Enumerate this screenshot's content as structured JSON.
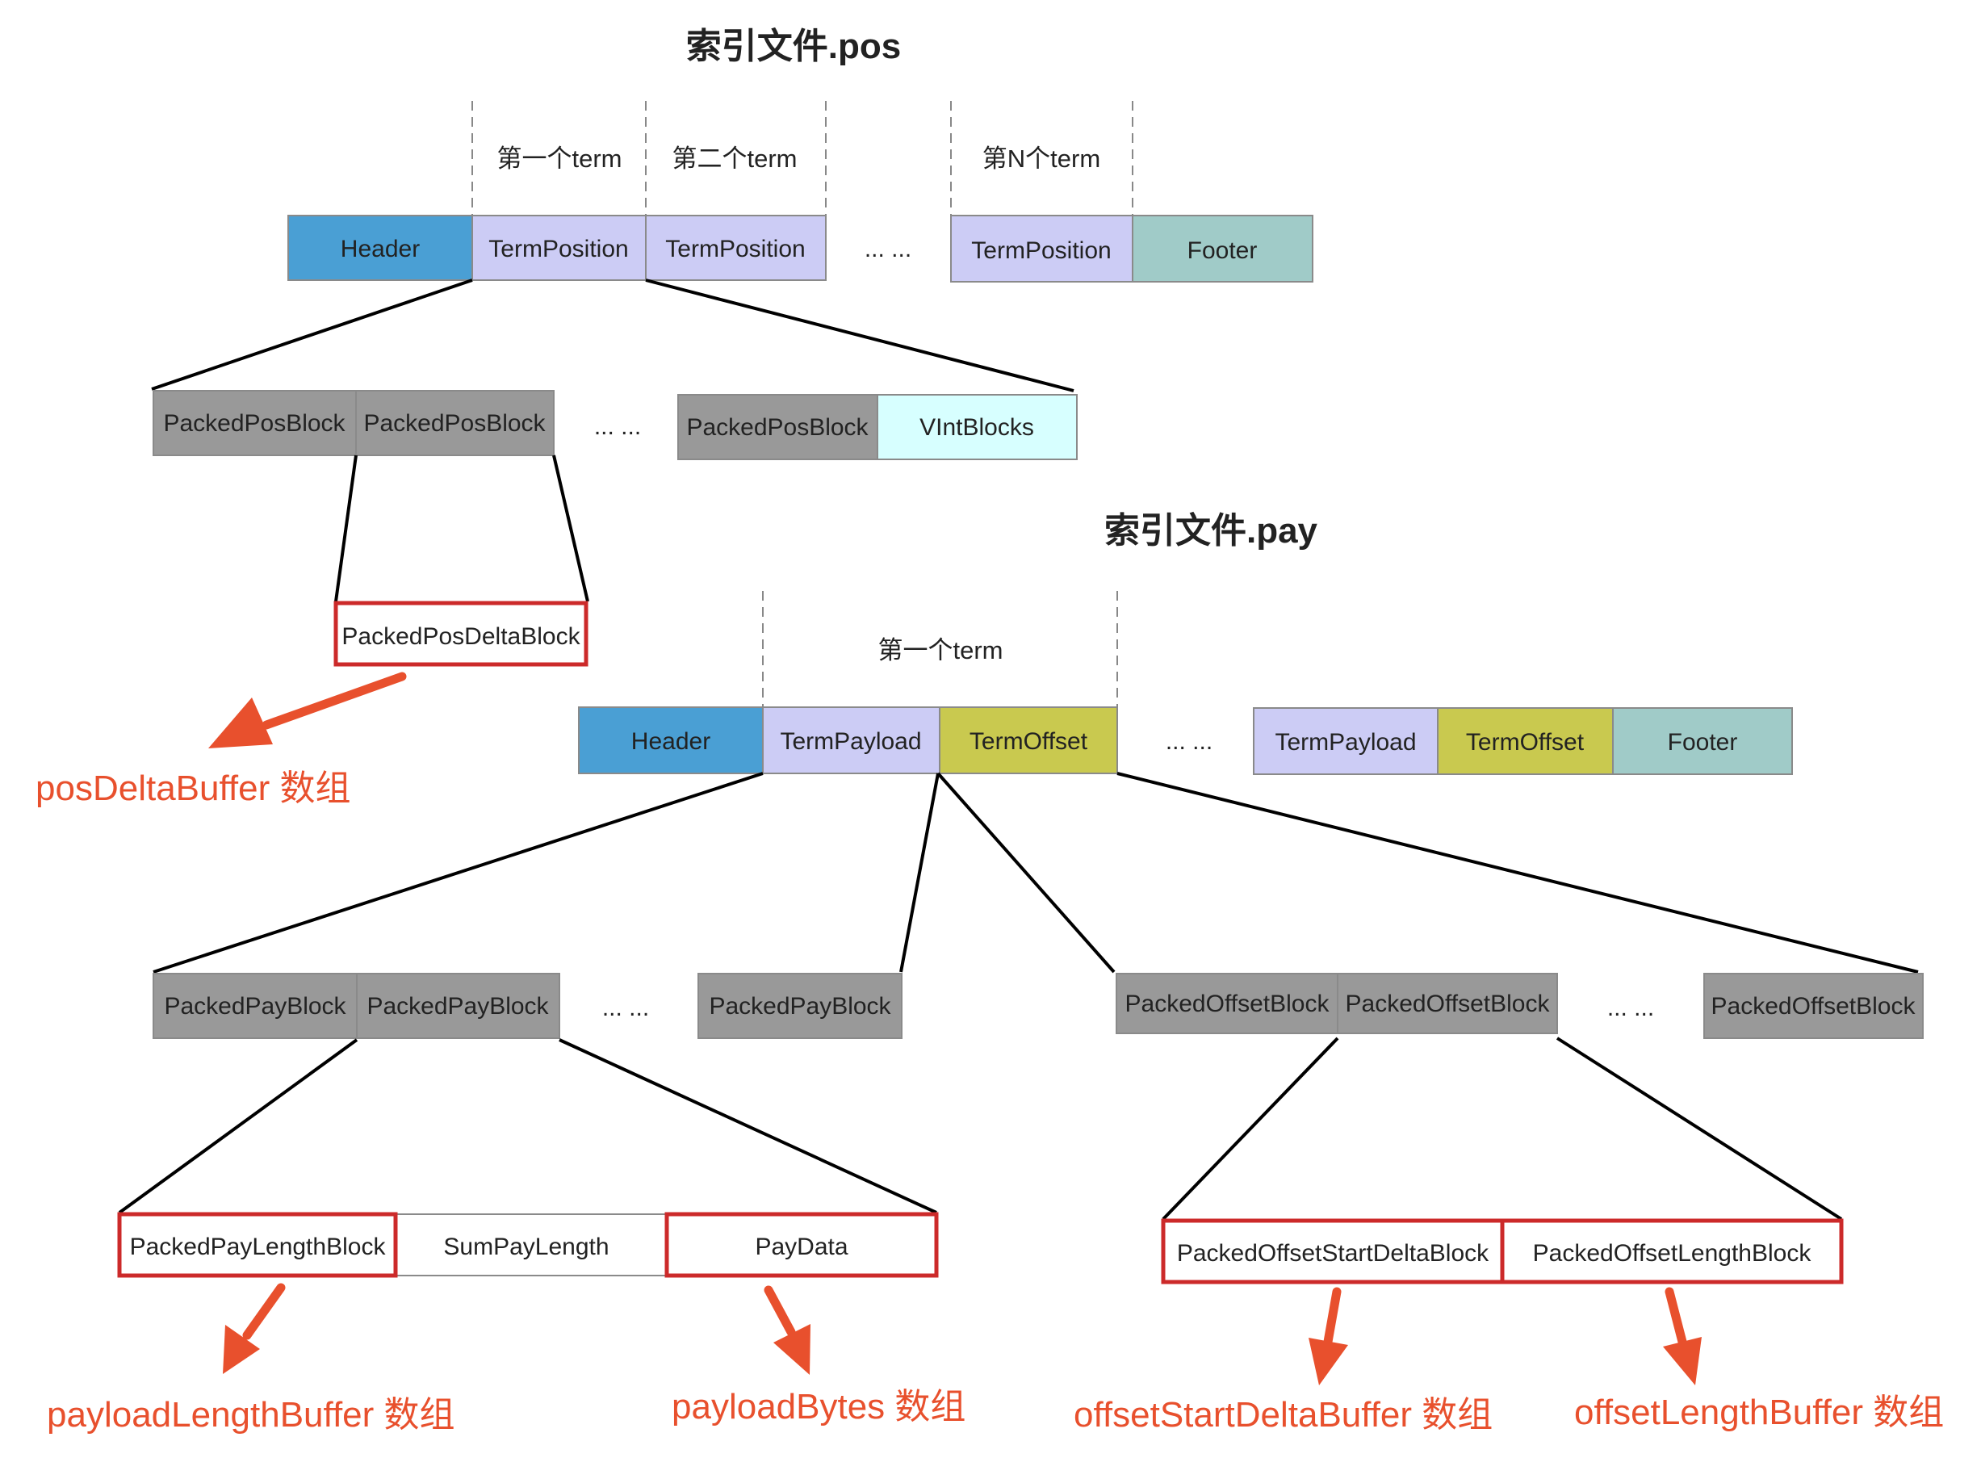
{
  "colors": {
    "header": "#4a9fd4",
    "term": "#ccccf5",
    "offset": "#c9c94f",
    "footer": "#a0cbc8",
    "packed": "#999999",
    "vint": "#d7ffff",
    "white": "#ffffff",
    "highlight": "#cc2a2a",
    "annotation": "#e8502d"
  },
  "pos": {
    "title": "索引文件.pos",
    "term_labels": [
      "第一个term",
      "第二个term",
      "第N个term"
    ],
    "row": [
      "Header",
      "TermPosition",
      "TermPosition",
      "TermPosition",
      "Footer"
    ],
    "row_ellipsis": "... ...",
    "blocks": [
      "PackedPosBlock",
      "PackedPosBlock",
      "PackedPosBlock",
      "VIntBlocks"
    ],
    "blocks_ellipsis": "... ...",
    "delta_block": "PackedPosDeltaBlock",
    "delta_note": "posDeltaBuffer 数组"
  },
  "pay": {
    "title": "索引文件.pay",
    "term_label": "第一个term",
    "row": [
      "Header",
      "TermPayload",
      "TermOffset",
      "TermPayload",
      "TermOffset",
      "Footer"
    ],
    "row_ellipsis": "... ...",
    "pay_blocks": [
      "PackedPayBlock",
      "PackedPayBlock",
      "PackedPayBlock"
    ],
    "pay_ellipsis": "... ...",
    "offset_blocks": [
      "PackedOffsetBlock",
      "PackedOffsetBlock",
      "PackedOffsetBlock"
    ],
    "offset_ellipsis": "... ...",
    "pay_detail": [
      "PackedPayLengthBlock",
      "SumPayLength",
      "PayData"
    ],
    "offset_detail": [
      "PackedOffsetStartDeltaBlock",
      "PackedOffsetLengthBlock"
    ],
    "notes": [
      "payloadLengthBuffer 数组",
      "payloadBytes 数组",
      "offsetStartDeltaBuffer 数组",
      "offsetLengthBuffer 数组"
    ]
  }
}
